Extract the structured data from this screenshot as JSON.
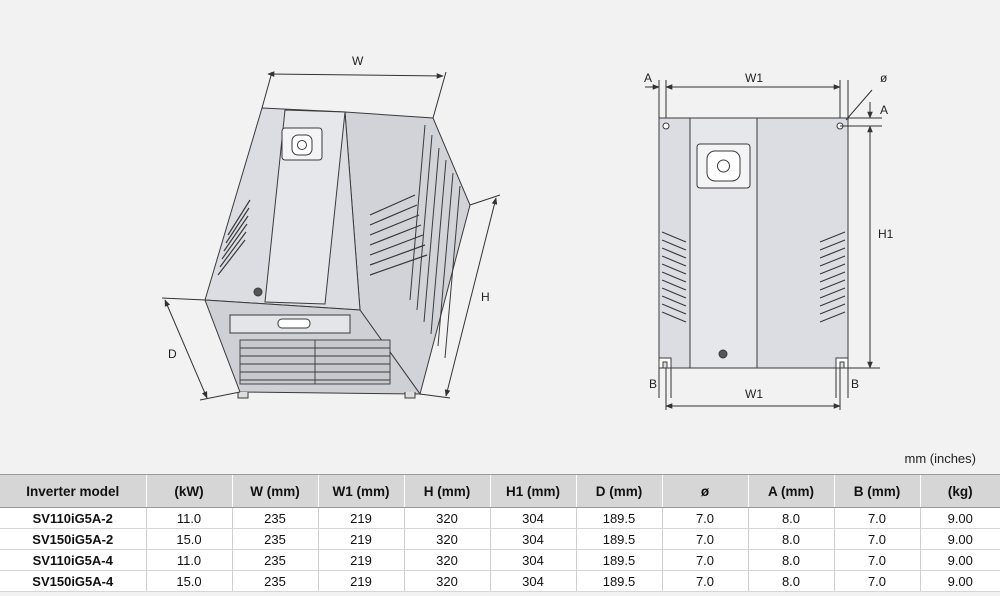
{
  "drawing": {
    "left_labels": {
      "W": "W",
      "H": "H",
      "D": "D"
    },
    "right_labels": {
      "A_top_left": "A",
      "W1_top": "W1",
      "phi": "ø",
      "A_right": "A",
      "H1": "H1",
      "B_left": "B",
      "W1_bottom": "W1",
      "B_right": "B"
    },
    "body_color": "#dcdde2",
    "line_color": "#3a3a3a"
  },
  "units_note": "mm (inches)",
  "table": {
    "headers": [
      "Inverter model",
      "(kW)",
      "W (mm)",
      "W1 (mm)",
      "H (mm)",
      "H1 (mm)",
      "D (mm)",
      "ø",
      "A (mm)",
      "B (mm)",
      "(kg)"
    ],
    "rows": [
      [
        "SV110iG5A-2",
        "11.0",
        "235",
        "219",
        "320",
        "304",
        "189.5",
        "7.0",
        "8.0",
        "7.0",
        "9.00"
      ],
      [
        "SV150iG5A-2",
        "15.0",
        "235",
        "219",
        "320",
        "304",
        "189.5",
        "7.0",
        "8.0",
        "7.0",
        "9.00"
      ],
      [
        "SV110iG5A-4",
        "11.0",
        "235",
        "219",
        "320",
        "304",
        "189.5",
        "7.0",
        "8.0",
        "7.0",
        "9.00"
      ],
      [
        "SV150iG5A-4",
        "15.0",
        "235",
        "219",
        "320",
        "304",
        "189.5",
        "7.0",
        "8.0",
        "7.0",
        "9.00"
      ]
    ],
    "header_color": "#d6d6d6"
  }
}
